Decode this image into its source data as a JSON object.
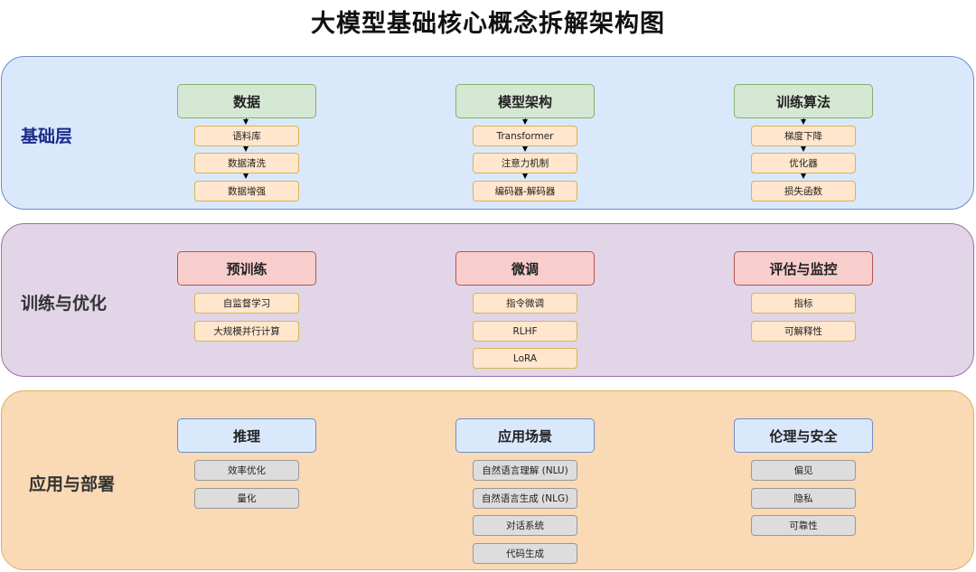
{
  "title": "大模型基础核心概念拆解架构图",
  "colors": {
    "layer1_fill": "#dae8fc",
    "layer1_border": "#6c8ebf",
    "layer2_fill": "#e1d5e7",
    "layer2_border": "#9673a6",
    "layer3_fill": "#fad9b5",
    "layer3_border": "#d6b656",
    "green_fill": "#d5e8d4",
    "green_border": "#82b366",
    "red_fill": "#f8cecc",
    "red_border": "#b85450",
    "blue_fill": "#dae8fc",
    "blue_border": "#6c8ebf",
    "yellow_fill": "#ffe6cc",
    "yellow_border": "#d6b656",
    "gray_fill": "#dddddd",
    "gray_border": "#999999"
  },
  "layers": [
    {
      "label": "基础层",
      "columns": [
        {
          "title": "数据",
          "items": [
            "语料库",
            "数据清洗",
            "数据增强"
          ]
        },
        {
          "title": "模型架构",
          "items": [
            "Transformer",
            "注意力机制",
            "编码器-解码器"
          ]
        },
        {
          "title": "训练算法",
          "items": [
            "梯度下降",
            "优化器",
            "损失函数"
          ]
        }
      ]
    },
    {
      "label": "训练与优化",
      "columns": [
        {
          "title": "预训练",
          "items": [
            "自监督学习",
            "大规模并行计算"
          ]
        },
        {
          "title": "微调",
          "items": [
            "指令微调",
            "RLHF",
            "LoRA"
          ]
        },
        {
          "title": "评估与监控",
          "items": [
            "指标",
            "可解释性"
          ]
        }
      ]
    },
    {
      "label": "应用与部署",
      "columns": [
        {
          "title": "推理",
          "items": [
            "效率优化",
            "量化"
          ]
        },
        {
          "title": "应用场景",
          "items": [
            "自然语言理解 (NLU)",
            "自然语言生成 (NLG)",
            "对话系统",
            "代码生成"
          ]
        },
        {
          "title": "伦理与安全",
          "items": [
            "偏见",
            "隐私",
            "可靠性"
          ]
        }
      ]
    }
  ]
}
